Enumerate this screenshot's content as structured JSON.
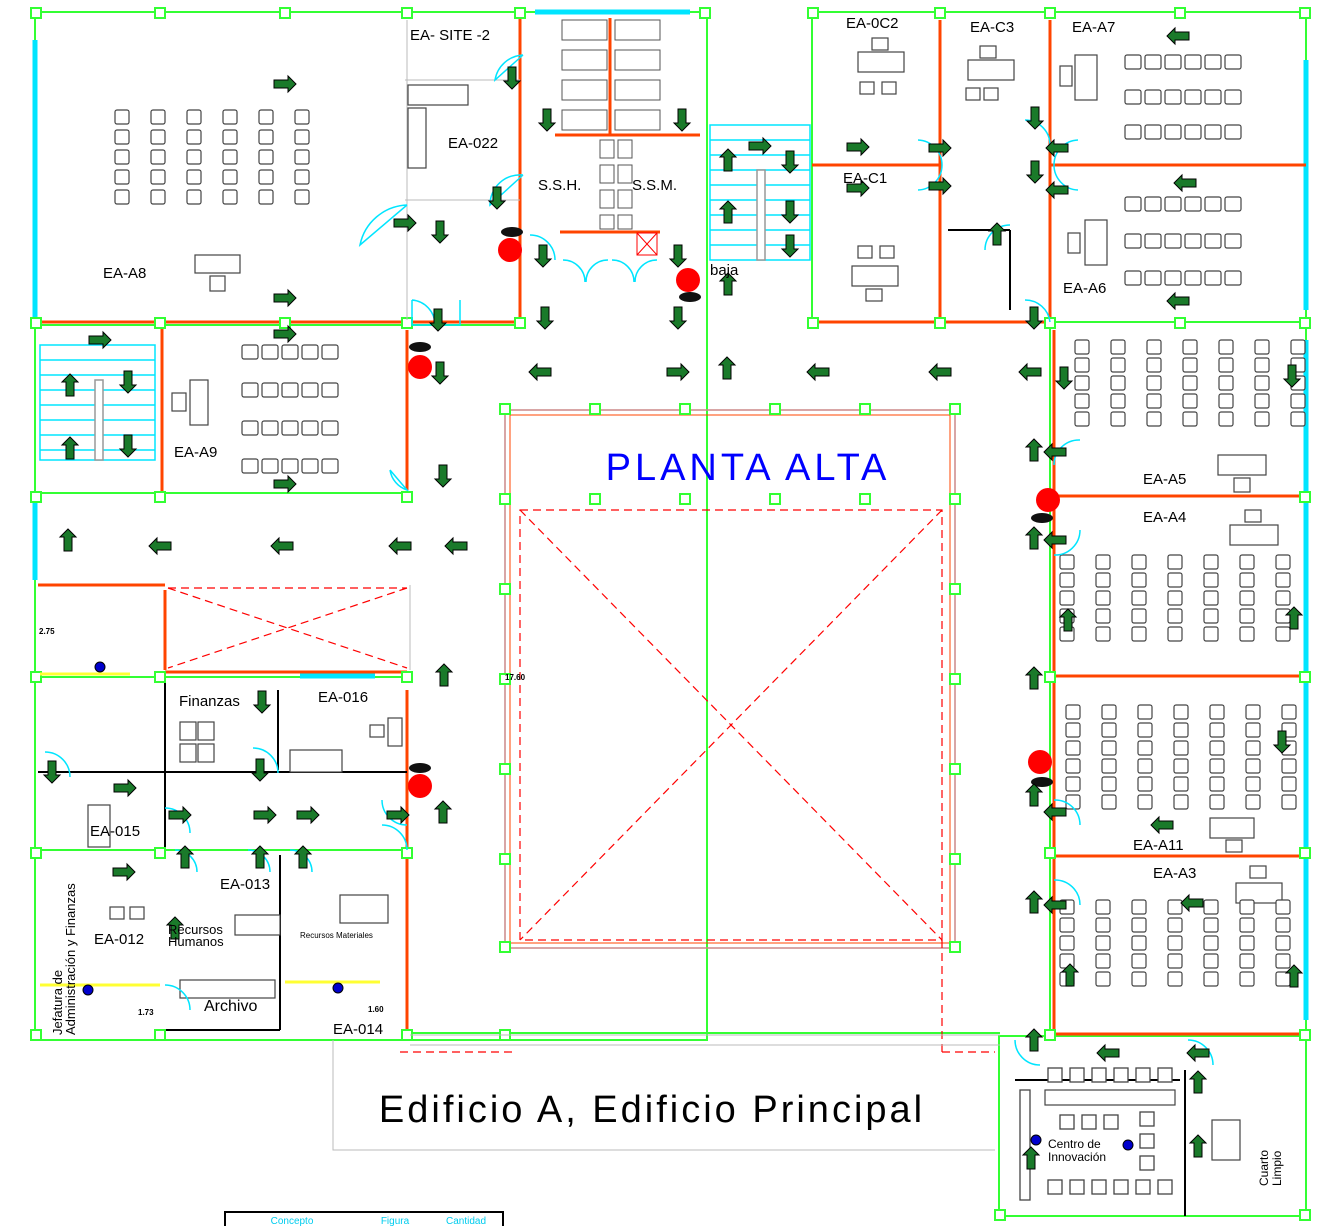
{
  "plan": {
    "floor_title": "PLANTA ALTA",
    "building_title": "Edificio A, Edificio Principal",
    "rooms": {
      "ea_site2": "EA- SITE -2",
      "ea_022": "EA-022",
      "ssh": "S.S.H.",
      "ssm": "S.S.M.",
      "baja": "baja",
      "ea_0c2": "EA-0C2",
      "ea_c3": "EA-C3",
      "ea_c1": "EA-C1",
      "ea_a7": "EA-A7",
      "ea_a6": "EA-A6",
      "ea_a8": "EA-A8",
      "ea_a9": "EA-A9",
      "ea_a5": "EA-A5",
      "ea_a4": "EA-A4",
      "ea_a11": "EA-A11",
      "ea_a3": "EA-A3",
      "finanzas": "Finanzas",
      "ea_016": "EA-016",
      "ea_015": "EA-015",
      "ea_013": "EA-013",
      "ea_012": "EA-012",
      "ea_014": "EA-014",
      "recursos_humanos_1": "Recursos",
      "recursos_humanos_2": "Humanos",
      "recursos_materiales": "Recursos Materiales",
      "archivo": "Archivo",
      "jefatura_1": "Jefatura de",
      "jefatura_2": "Administración y Finanzas",
      "centro_1": "Centro de",
      "centro_2": "Innovación",
      "cuarto_1": "Cuarto",
      "cuarto_2": "Limpio"
    },
    "dimensions": {
      "d275": "2.75",
      "d1760": "17.60",
      "d173": "1.73",
      "d160": "1.60"
    },
    "legend": {
      "col_concepto": "Concepto",
      "col_figura": "Figura",
      "col_cantidad": "Cantidad"
    },
    "colors": {
      "wall": "#33ff33",
      "window": "#00e5ff",
      "partition": "#ff4400",
      "arrow_fill": "#1a7a2a",
      "extinguisher": "#ff0000",
      "title_blue": "#0000ff",
      "void_dash": "#ff0000",
      "lamp_yellow": "#ffff33"
    },
    "symbols": {
      "arrow": "evacuation-route-arrow-icon",
      "extinguisher": "fire-extinguisher-icon",
      "smoke_detector": "smoke-detector-icon",
      "desk": "desk-icon",
      "chair": "chair-icon"
    }
  }
}
